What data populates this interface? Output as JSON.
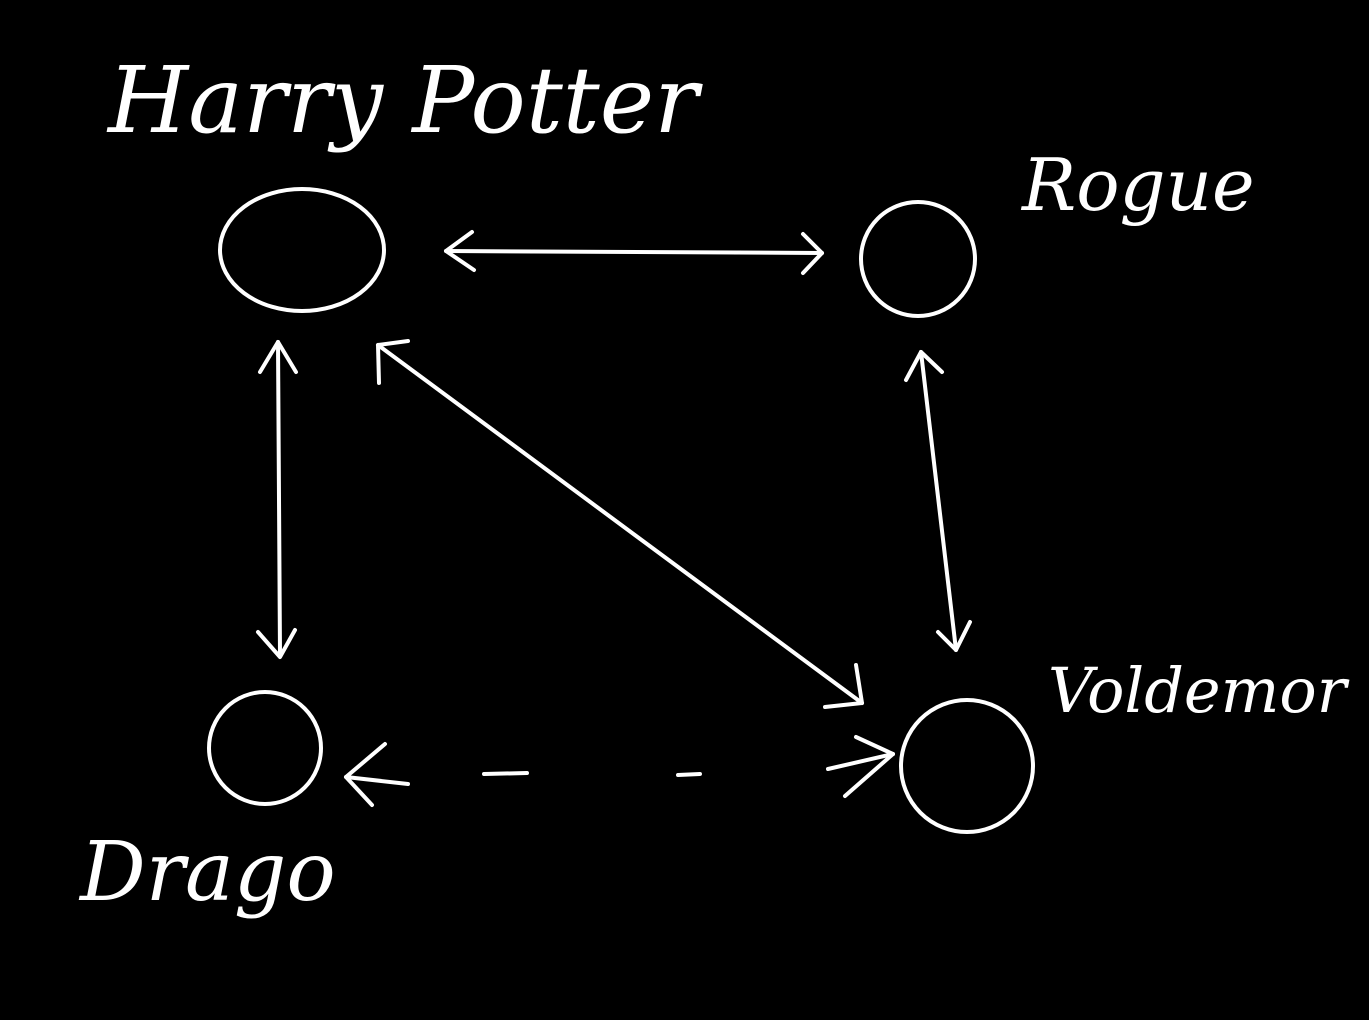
{
  "diagram": {
    "nodes": [
      {
        "id": "harry",
        "label": "Harry Potter"
      },
      {
        "id": "rogue",
        "label": "Rogue"
      },
      {
        "id": "drago",
        "label": "Drago"
      },
      {
        "id": "voldemor",
        "label": "Voldemor"
      }
    ],
    "edges": [
      {
        "from": "harry",
        "to": "rogue",
        "style": "solid",
        "direction": "both"
      },
      {
        "from": "harry",
        "to": "drago",
        "style": "solid",
        "direction": "both"
      },
      {
        "from": "harry",
        "to": "voldemor",
        "style": "solid",
        "direction": "both"
      },
      {
        "from": "rogue",
        "to": "voldemor",
        "style": "solid",
        "direction": "both"
      },
      {
        "from": "drago",
        "to": "voldemor",
        "style": "dashed",
        "direction": "both"
      }
    ]
  },
  "colors": {
    "background": "#000000",
    "ink": "#ffffff"
  }
}
